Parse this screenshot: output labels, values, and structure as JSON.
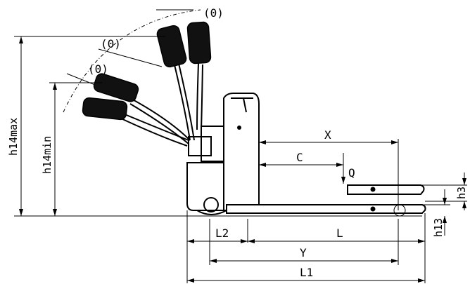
{
  "drawing": {
    "labels": {
      "h14max": "h14max",
      "h14min": "h14min",
      "angle_1": "(0)",
      "angle_2": "(0)",
      "angle_3": "(0)",
      "X": "X",
      "C": "C",
      "Q": "Q",
      "h3": "h3",
      "h13": "h13",
      "L2": "L2",
      "L": "L",
      "Y": "Y",
      "L1": "L1"
    }
  }
}
